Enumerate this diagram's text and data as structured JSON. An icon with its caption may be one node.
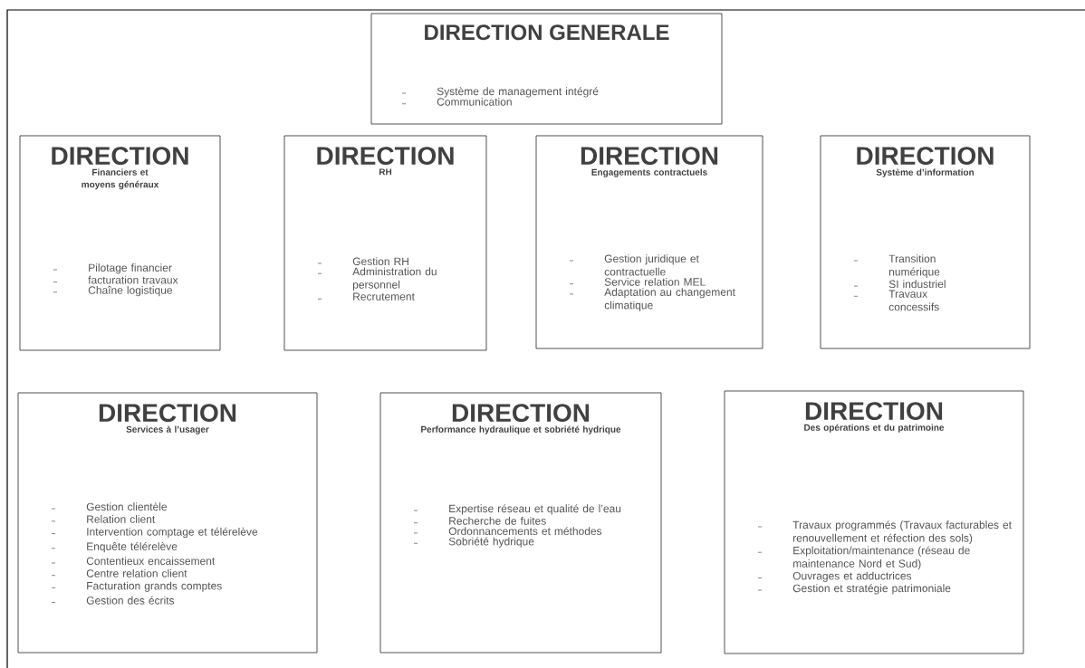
{
  "diagram": {
    "nodes": [
      {
        "text": [
          "DIRECTION GENERALE",
          "Système de management intégré",
          "Communication"
        ]
      },
      {
        "text": [
          "DIRECTION",
          "Financiers et moyens généraux",
          "Pilotage financier",
          "facturation travaux",
          "Chaîne logistique"
        ]
      },
      {
        "text": [
          "DIRECTION",
          "RH",
          "Gestion RH",
          "Administration du personnel",
          "Recrutement"
        ]
      },
      {
        "text": [
          "DIRECTION",
          "Engagements contractuels",
          "Gestion juridique et contractuelle",
          "Service relation MEL",
          "Adaptation au changement climatique"
        ]
      },
      {
        "text": [
          "DIRECTION",
          "Système d’information",
          "Transition numérique",
          "SI industriel",
          "Travaux concessifs"
        ]
      },
      {
        "text": [
          "DIRECTION",
          "Services à l’usager",
          "Gestion clientèle",
          "Relation client",
          "Intervention comptage et télérelève",
          "Enquête télérelève",
          "Contentieux encaissement",
          "Centre relation client",
          "Facturation grands comptes",
          "Gestion des écrits"
        ]
      },
      {
        "text": [
          "DIRECTION",
          "Performance hydraulique et sobriété hydrique",
          "Expertise réseau et qualité de l’eau",
          "Recherche de fuites",
          "Ordonnancements et méthodes",
          "Sobriété hydrique"
        ]
      },
      {
        "text": [
          "DIRECTION",
          "Des opérations et du patrimoine",
          "Travaux programmés (Travaux facturables et renouvellement et réfection des sols)",
          "Exploitation/maintenance (réseau de maintenance Nord et Sud)",
          "Ouvrages et adductrices",
          "Gestion et stratégie patrimoniale"
        ]
      }
    ]
  }
}
